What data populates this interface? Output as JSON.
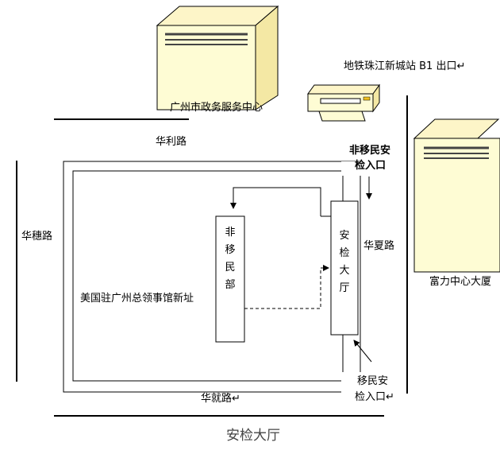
{
  "buildings": {
    "gov_center": "广州市政务服务中心",
    "metro_exit": "地铁珠江新城站 B1 出口↵",
    "fuli_tower": "富力中心大厦"
  },
  "roads": {
    "huali": "华利路",
    "huasui": "华穗路",
    "huaxia": "华夏路",
    "huajiu": "华就路↵"
  },
  "consulate": {
    "name": "美国驻广州总领事馆新址",
    "non_immigrant_dept": "非移民部",
    "security_hall": "安检大厅"
  },
  "entrances": {
    "non_immigrant_line1": "非移民安",
    "non_immigrant_line2": "检入口",
    "immigrant_line1": "移民安",
    "immigrant_line2": "检入口↵"
  },
  "caption": "安检大厅"
}
